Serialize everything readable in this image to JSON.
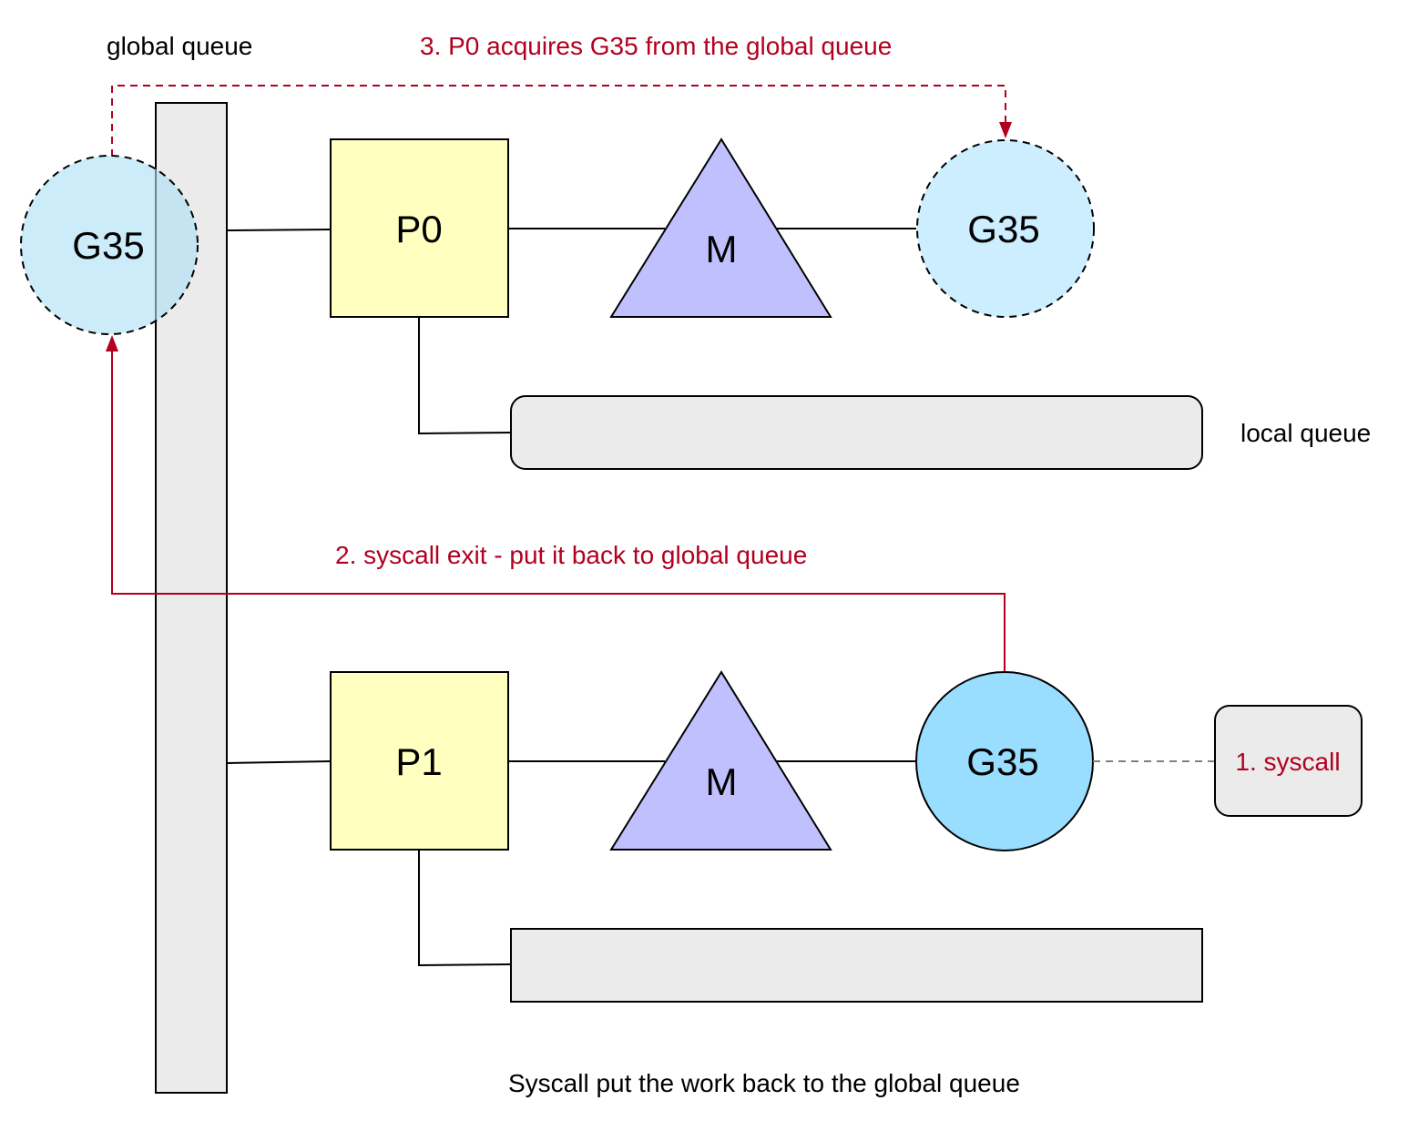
{
  "labels": {
    "global_queue": "global queue",
    "local_queue": "local queue",
    "caption": "Syscall put the work back to the global queue"
  },
  "steps": {
    "step1": "1. syscall",
    "step2": "2. syscall exit - put it back to global queue",
    "step3": "3. P0 acquires G35 from the global queue"
  },
  "nodes": {
    "g_global": "G35",
    "p0": "P0",
    "m0": "M",
    "g_p0": "G35",
    "p1": "P1",
    "m1": "M",
    "g_p1": "G35"
  },
  "colors": {
    "accent_red": "#b20020",
    "processor_fill": "#ffffc0",
    "machine_fill": "#c0c0ff",
    "goroutine_pending_fill": "#cceeff",
    "goroutine_running_fill": "#99ddff",
    "queue_fill": "#ebebeb"
  }
}
